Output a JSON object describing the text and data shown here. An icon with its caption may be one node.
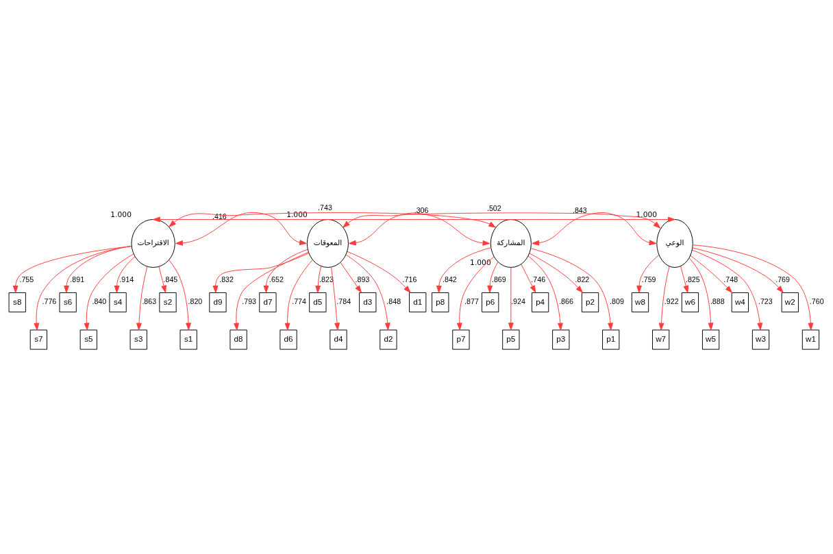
{
  "diagram": {
    "nodes": [
      {
        "text": [
          "الاقتراحات"
        ],
        "beside": [
          "1.000"
        ]
      },
      {
        "text": [
          "المعوقات"
        ],
        "beside": [
          "1.000"
        ]
      },
      {
        "text": [
          "المشاركة"
        ],
        "beside": [
          "1.000"
        ]
      },
      {
        "text": [
          "الوعي"
        ],
        "beside": [
          "1.000"
        ]
      },
      {
        "text": [
          "s8"
        ]
      },
      {
        "text": [
          "s7"
        ]
      },
      {
        "text": [
          "s6"
        ]
      },
      {
        "text": [
          "s5"
        ]
      },
      {
        "text": [
          "s4"
        ]
      },
      {
        "text": [
          "s3"
        ]
      },
      {
        "text": [
          "s2"
        ]
      },
      {
        "text": [
          "s1"
        ]
      },
      {
        "text": [
          "d9"
        ]
      },
      {
        "text": [
          "d8"
        ]
      },
      {
        "text": [
          "d7"
        ]
      },
      {
        "text": [
          "d6"
        ]
      },
      {
        "text": [
          "d5"
        ]
      },
      {
        "text": [
          "d4"
        ]
      },
      {
        "text": [
          "d3"
        ]
      },
      {
        "text": [
          "d2"
        ]
      },
      {
        "text": [
          "d1"
        ]
      },
      {
        "text": [
          "p8"
        ]
      },
      {
        "text": [
          "p7"
        ]
      },
      {
        "text": [
          "p6"
        ]
      },
      {
        "text": [
          "p5"
        ]
      },
      {
        "text": [
          "p4"
        ]
      },
      {
        "text": [
          "p3"
        ]
      },
      {
        "text": [
          "p2"
        ]
      },
      {
        "text": [
          "p1"
        ]
      },
      {
        "text": [
          "w8"
        ]
      },
      {
        "text": [
          "w7"
        ]
      },
      {
        "text": [
          "w6"
        ]
      },
      {
        "text": [
          "w5"
        ]
      },
      {
        "text": [
          "w4"
        ]
      },
      {
        "text": [
          "w3"
        ]
      },
      {
        "text": [
          "w2"
        ]
      },
      {
        "text": [
          "w1"
        ]
      }
    ],
    "edges": [
      {
        "from": 0,
        "to": 3,
        "arrow": "both"
      },
      {
        "from": 0,
        "to": 2,
        "arrow": "both",
        "label": ".743"
      },
      {
        "from": 1,
        "to": 3,
        "arrow": "both",
        "label": ".502"
      },
      {
        "from": 0,
        "to": 1,
        "arrow": "both",
        "label": ".416"
      },
      {
        "from": 1,
        "to": 2,
        "arrow": "both",
        "label": ".306"
      },
      {
        "from": 2,
        "to": 3,
        "arrow": "both",
        "label": ".843"
      },
      {
        "from": 0,
        "to": 4,
        "arrow": "to",
        "label": ".755"
      },
      {
        "from": 0,
        "to": 5,
        "arrow": "to",
        "label": ".776"
      },
      {
        "from": 0,
        "to": 6,
        "arrow": "to",
        "label": ".891"
      },
      {
        "from": 0,
        "to": 7,
        "arrow": "to",
        "label": ".840"
      },
      {
        "from": 0,
        "to": 8,
        "arrow": "to",
        "label": ".914"
      },
      {
        "from": 0,
        "to": 9,
        "arrow": "to",
        "label": ".863"
      },
      {
        "from": 0,
        "to": 10,
        "arrow": "to",
        "label": ".845"
      },
      {
        "from": 0,
        "to": 11,
        "arrow": "to",
        "label": ".820"
      },
      {
        "from": 1,
        "to": 12,
        "arrow": "to",
        "label": ".832"
      },
      {
        "from": 1,
        "to": 13,
        "arrow": "to",
        "label": ".793"
      },
      {
        "from": 1,
        "to": 14,
        "arrow": "to",
        "label": ".652"
      },
      {
        "from": 1,
        "to": 15,
        "arrow": "to",
        "label": ".774"
      },
      {
        "from": 1,
        "to": 16,
        "arrow": "to",
        "label": ".823"
      },
      {
        "from": 1,
        "to": 17,
        "arrow": "to",
        "label": ".784"
      },
      {
        "from": 1,
        "to": 18,
        "arrow": "to",
        "label": ".893"
      },
      {
        "from": 1,
        "to": 19,
        "arrow": "to",
        "label": ".848"
      },
      {
        "from": 1,
        "to": 20,
        "arrow": "to",
        "label": ".716"
      },
      {
        "from": 2,
        "to": 21,
        "arrow": "to",
        "label": ".842"
      },
      {
        "from": 2,
        "to": 22,
        "arrow": "to",
        "label": ".877"
      },
      {
        "from": 2,
        "to": 23,
        "arrow": "to",
        "label": ".869"
      },
      {
        "from": 2,
        "to": 24,
        "arrow": "to",
        "label": ".924"
      },
      {
        "from": 2,
        "to": 25,
        "arrow": "to",
        "label": ".746"
      },
      {
        "from": 2,
        "to": 26,
        "arrow": "to",
        "label": ".866"
      },
      {
        "from": 2,
        "to": 27,
        "arrow": "to",
        "label": ".822"
      },
      {
        "from": 2,
        "to": 28,
        "arrow": "to",
        "label": ".809"
      },
      {
        "from": 3,
        "to": 29,
        "arrow": "to",
        "label": ".759"
      },
      {
        "from": 3,
        "to": 30,
        "arrow": "to",
        "label": ".922"
      },
      {
        "from": 3,
        "to": 31,
        "arrow": "to",
        "label": ".825"
      },
      {
        "from": 3,
        "to": 32,
        "arrow": "to",
        "label": ".888"
      },
      {
        "from": 3,
        "to": 33,
        "arrow": "to",
        "label": ".748"
      },
      {
        "from": 3,
        "to": 34,
        "arrow": "to",
        "label": ".723"
      },
      {
        "from": 3,
        "to": 35,
        "arrow": "to",
        "label": ".769"
      },
      {
        "from": 3,
        "to": 36,
        "arrow": "to",
        "label": ".760"
      }
    ]
  }
}
